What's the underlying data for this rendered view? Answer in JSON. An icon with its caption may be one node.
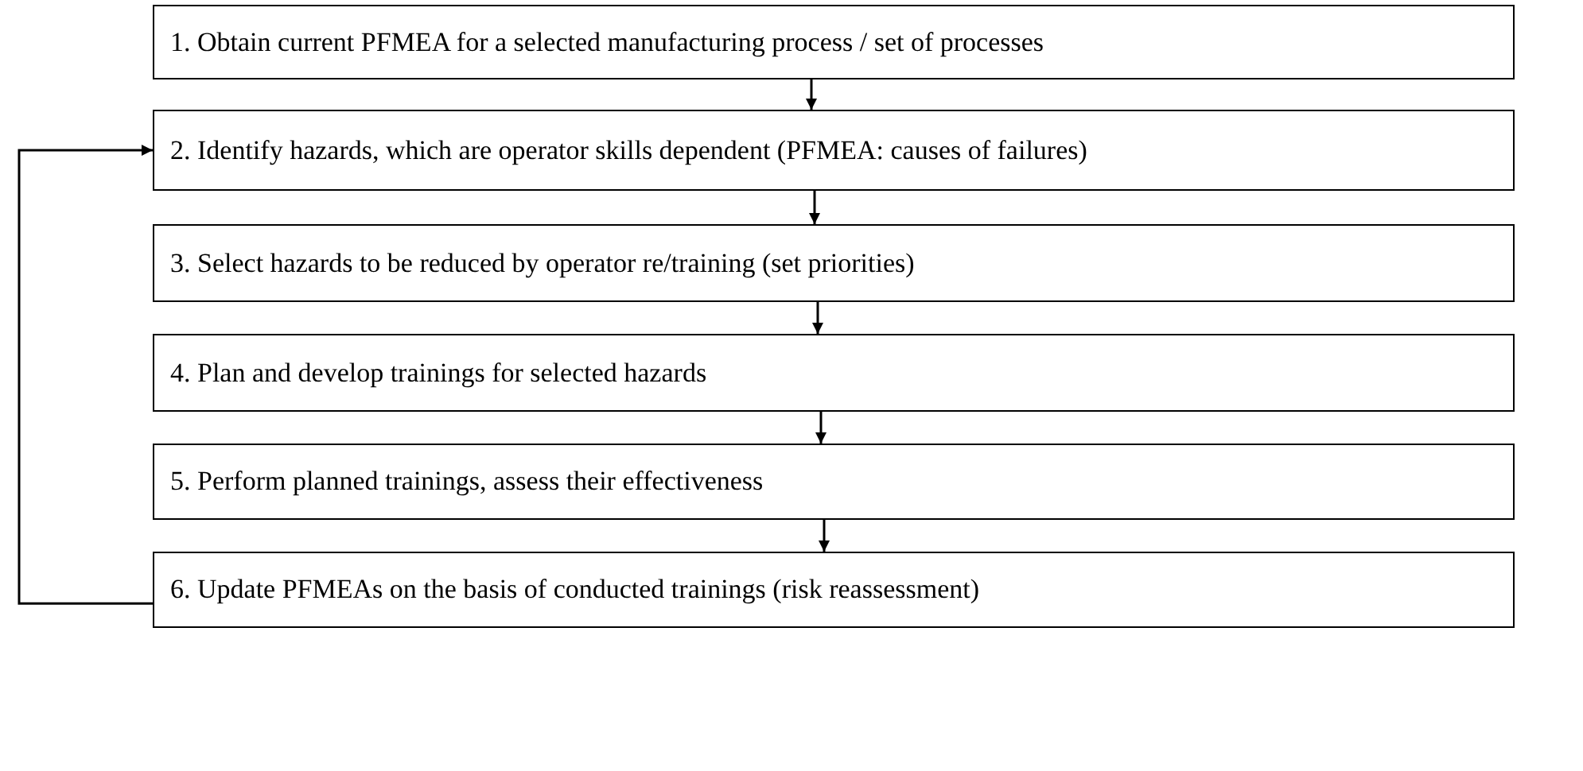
{
  "diagram": {
    "nodes": [
      {
        "text": [
          "1. Obtain current PFMEA for a selected manufacturing process / set of processes"
        ]
      },
      {
        "text": [
          "2. Identify hazards, which are operator skills dependent (PFMEA: causes of failures)"
        ]
      },
      {
        "text": [
          "3. Select hazards to be reduced by operator re/training (set priorities)"
        ]
      },
      {
        "text": [
          "4. Plan and develop trainings for selected hazards"
        ]
      },
      {
        "text": [
          "5. Perform planned trainings, assess their effectiveness"
        ]
      },
      {
        "text": [
          "6. Update PFMEAs on the basis of conducted trainings (risk reassessment)"
        ]
      }
    ],
    "edges": [
      {
        "from": 0,
        "to": 1,
        "arrow": "to"
      },
      {
        "from": 1,
        "to": 2,
        "arrow": "to"
      },
      {
        "from": 2,
        "to": 3,
        "arrow": "to"
      },
      {
        "from": 3,
        "to": 4,
        "arrow": "to"
      },
      {
        "from": 4,
        "to": 5,
        "arrow": "to"
      },
      {
        "from": 5,
        "to": 1,
        "arrow": "to"
      }
    ]
  }
}
